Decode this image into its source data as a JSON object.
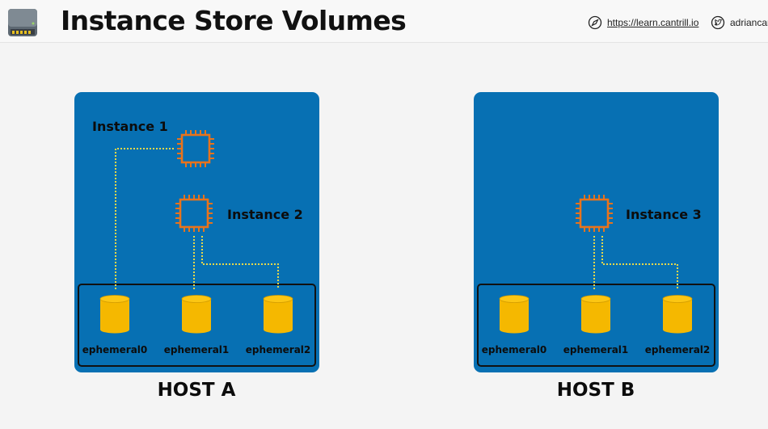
{
  "header": {
    "title": "Instance Store Volumes",
    "website": "https://learn.cantrill.io",
    "twitter": "adriancan"
  },
  "hosts": [
    {
      "label": "HOST A",
      "instances": [
        {
          "label": "Instance 1"
        },
        {
          "label": "Instance 2"
        }
      ],
      "volumes": [
        {
          "label": "ephemeral0"
        },
        {
          "label": "ephemeral1"
        },
        {
          "label": "ephemeral2"
        }
      ]
    },
    {
      "label": "HOST B",
      "instances": [
        {
          "label": "Instance 3"
        }
      ],
      "volumes": [
        {
          "label": "ephemeral0"
        },
        {
          "label": "ephemeral1"
        },
        {
          "label": "ephemeral2"
        }
      ]
    }
  ],
  "colors": {
    "host_fill": "#0770b3",
    "chip": "#e8731c",
    "volume": "#f5b800",
    "connector": "#e6d84a"
  }
}
